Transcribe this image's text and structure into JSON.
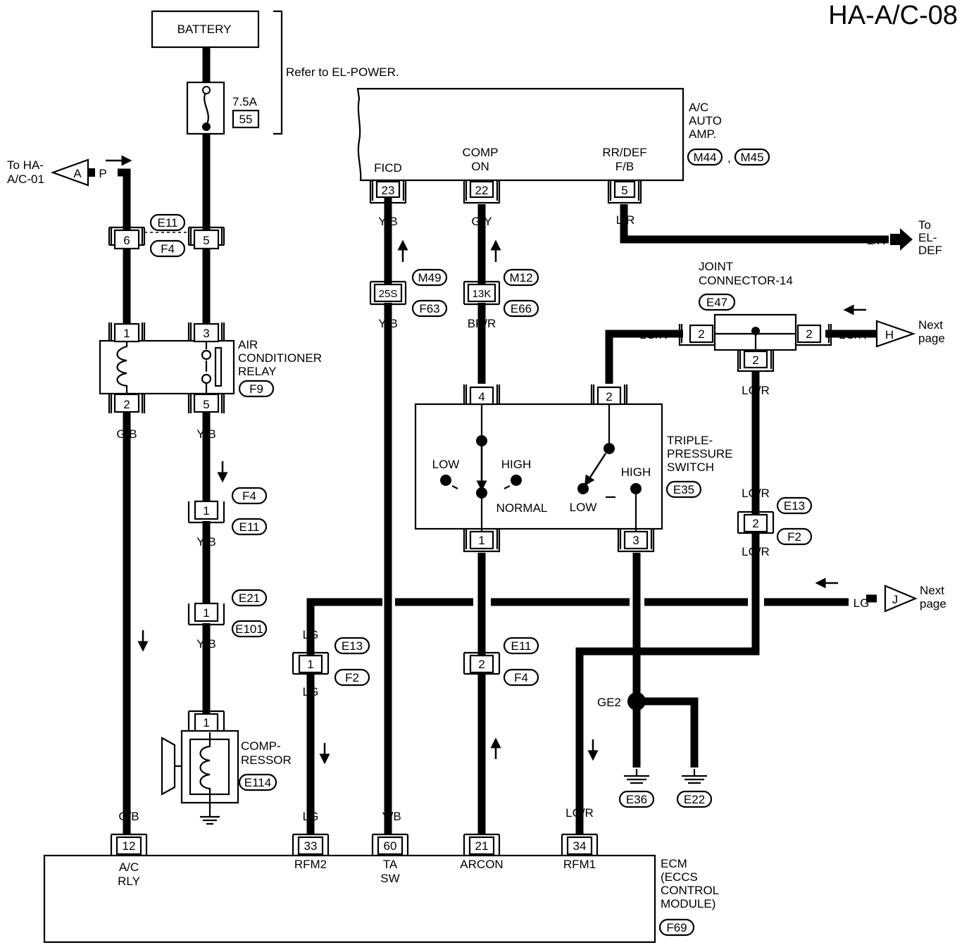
{
  "page_code": "HA-A/C-08",
  "battery": "BATTERY",
  "power_ref": "Refer to EL-POWER.",
  "fuse": {
    "rating": "7.5A",
    "number": "55"
  },
  "amp": {
    "name": [
      "A/C",
      "AUTO",
      "AMP."
    ],
    "conn1": "M44",
    "conn2": "M45",
    "sep": ","
  },
  "amp_pins": {
    "ficd": {
      "label": "FICD",
      "pin": "23"
    },
    "comp_on": {
      "label": [
        "COMP",
        "ON"
      ],
      "pin": "22"
    },
    "rrdef": {
      "label": [
        "RR/DEF",
        "F/B"
      ],
      "pin": "5"
    }
  },
  "to_ha": {
    "label": [
      "To HA-",
      "A/C-01"
    ],
    "letter": "A",
    "wire": "P"
  },
  "to_el": {
    "label": [
      "To",
      "EL-",
      "DEF"
    ],
    "wire": "L/R"
  },
  "next_page": [
    "Next",
    "page"
  ],
  "off_h": "H",
  "off_j": "J",
  "relay": {
    "name": [
      "AIR",
      "CONDITIONER",
      "RELAY"
    ],
    "conn": "F9",
    "pins": [
      "1",
      "3",
      "2",
      "5"
    ]
  },
  "compressor": {
    "name": [
      "COMP-",
      "RESSOR"
    ],
    "conn": "E114",
    "pin": "1"
  },
  "joint": {
    "name": [
      "JOINT",
      "CONNECTOR-14"
    ],
    "conn": "E47",
    "pins": [
      "2",
      "2",
      "2"
    ]
  },
  "tps": {
    "name": [
      "TRIPLE-",
      "PRESSURE",
      "SWITCH"
    ],
    "conn": "E35",
    "pins": [
      "4",
      "2",
      "1",
      "3"
    ],
    "low": "LOW",
    "high": "HIGH",
    "normal": "NORMAL"
  },
  "ecm": {
    "name": [
      "ECM",
      "(ECCS",
      "CONTROL",
      "MODULE)"
    ],
    "conn": "F69"
  },
  "ecm_pins": [
    {
      "pin": "12",
      "label": [
        "A/C",
        "RLY"
      ]
    },
    {
      "pin": "33",
      "label": [
        "RFM2"
      ]
    },
    {
      "pin": "60",
      "label": [
        "TA",
        "SW"
      ]
    },
    {
      "pin": "21",
      "label": [
        "ARCON"
      ]
    },
    {
      "pin": "34",
      "label": [
        "RFM1"
      ]
    }
  ],
  "connectors": {
    "c6": "6",
    "c5": "5",
    "c1a": "1",
    "c1b": "1",
    "c1c": "1",
    "c25s": "25S",
    "c13k": "13K",
    "c2a": "2",
    "c2b": "2"
  },
  "harness": {
    "E11": "E11",
    "F4": "F4",
    "E21": "E21",
    "E101": "E101",
    "E13": "E13",
    "F2": "F2",
    "M49": "M49",
    "F63": "F63",
    "M12": "M12",
    "E66": "E66",
    "GE2": "GE2",
    "E36": "E36",
    "E22": "E22"
  },
  "wires": {
    "P": "P",
    "R": "R",
    "GB": "G/B",
    "YB": "Y/B",
    "GY": "G/Y",
    "BRR": "BR/R",
    "LR": "L/R",
    "LGR": "LG/R",
    "LG": "LG",
    "L": "L",
    "B": "B"
  }
}
